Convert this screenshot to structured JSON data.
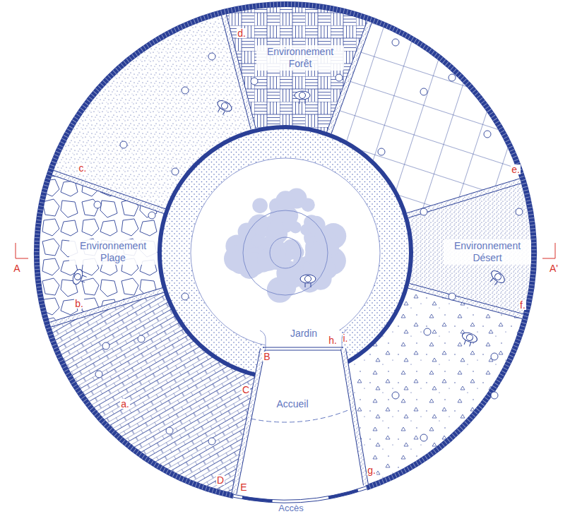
{
  "diagram": {
    "nodes": [
      {
        "text": [
          "Environnement Forêt"
        ]
      },
      {
        "text": [
          "Environnement Plage"
        ]
      },
      {
        "text": [
          "Environnement Désert"
        ]
      },
      {
        "text": [
          "Jardin"
        ]
      },
      {
        "text": [
          "Accueil"
        ]
      }
    ],
    "labels": [
      "d.",
      "c.",
      "e.",
      "A",
      "A'",
      "b.",
      "f.",
      "h.",
      "i.",
      "B",
      "C",
      "a.",
      "g.",
      "D",
      "E",
      "Accès"
    ]
  }
}
